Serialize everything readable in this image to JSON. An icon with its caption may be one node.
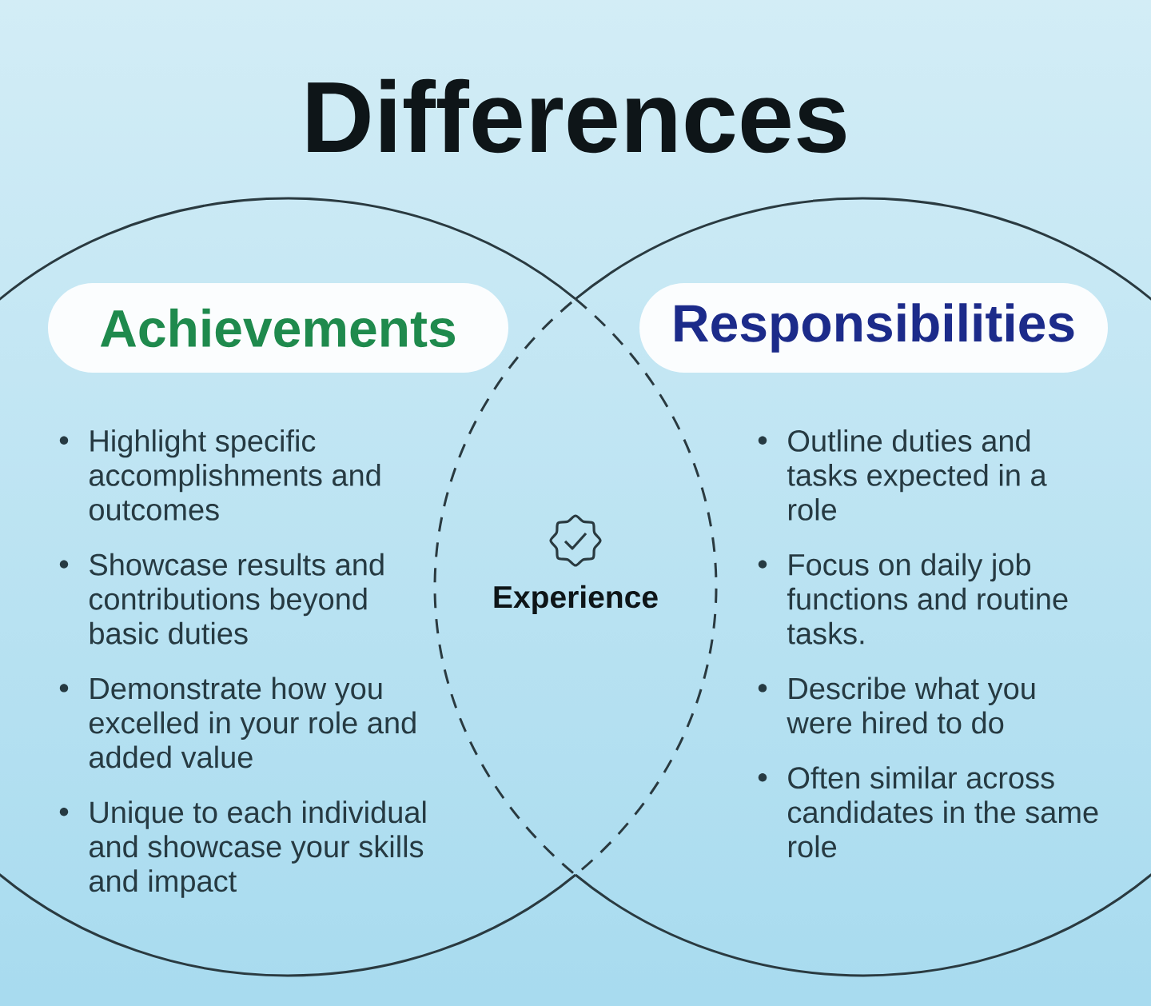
{
  "diagram": {
    "title": "Differences",
    "nodes": [
      {
        "text": [
          "Highlight specific accomplishments and outcomes",
          "Showcase results and contributions beyond basic duties",
          "Demonstrate how you excelled in your role and added value",
          "Unique to each individual and showcase your skills and impact"
        ]
      },
      {
        "text": [
          "Achievements"
        ],
        "in": 0
      },
      {
        "text": [
          "Outline duties and tasks expected in a role",
          "Focus on daily job functions and routine tasks.",
          "Describe what you were hired to do",
          "Often similar across candidates in the same role"
        ]
      },
      {
        "text": [
          "Responsibilities"
        ],
        "in": 2
      },
      {
        "text": [
          "Experience"
        ]
      }
    ]
  }
}
